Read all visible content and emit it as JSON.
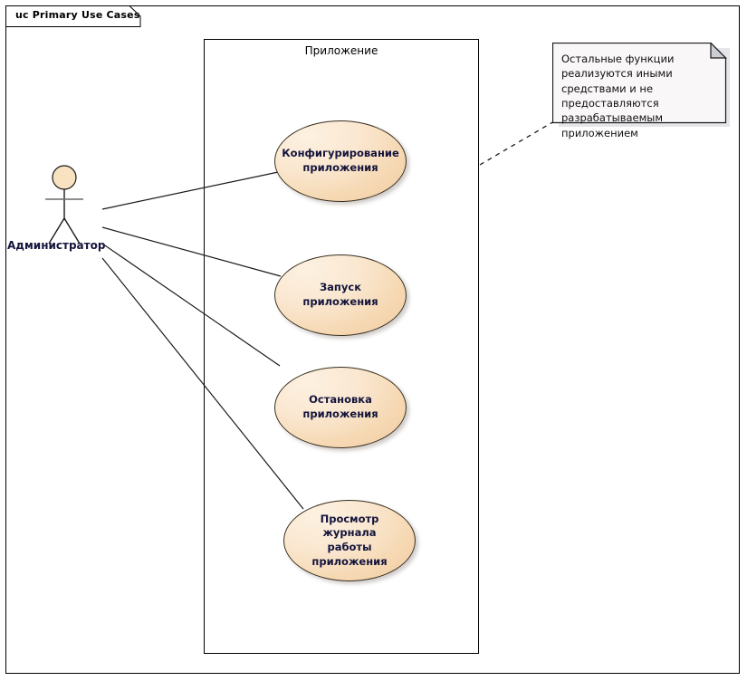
{
  "diagram": {
    "frame_label": "uc Primary Use Cases",
    "type": "uml-use-case-diagram"
  },
  "boundary": {
    "label": "Приложение"
  },
  "actor": {
    "name": "Администратор",
    "icon": "stick-figure-actor-icon"
  },
  "use_cases": [
    {
      "label": "Конфигурирование\nприложения"
    },
    {
      "label": "Запуск приложения"
    },
    {
      "label": "Остановка\nприложения"
    },
    {
      "label": "Просмотр журнала\nработы приложения"
    }
  ],
  "note": {
    "text": "Остальные функции реализуются иными средствами и не предоставляются разрабатываемым приложением"
  },
  "colors": {
    "usecase_fill_light": "#fdf1e1",
    "usecase_fill_dark": "#f0cba0",
    "usecase_stroke": "#3a3020",
    "actor_head_fill": "#f8e2bf",
    "note_fill": "#faf7f9",
    "note_stroke": "#1a1a1a",
    "line_stroke": "#1a1a1a",
    "label_text": "#14143c",
    "frame_stroke": "#000000"
  }
}
